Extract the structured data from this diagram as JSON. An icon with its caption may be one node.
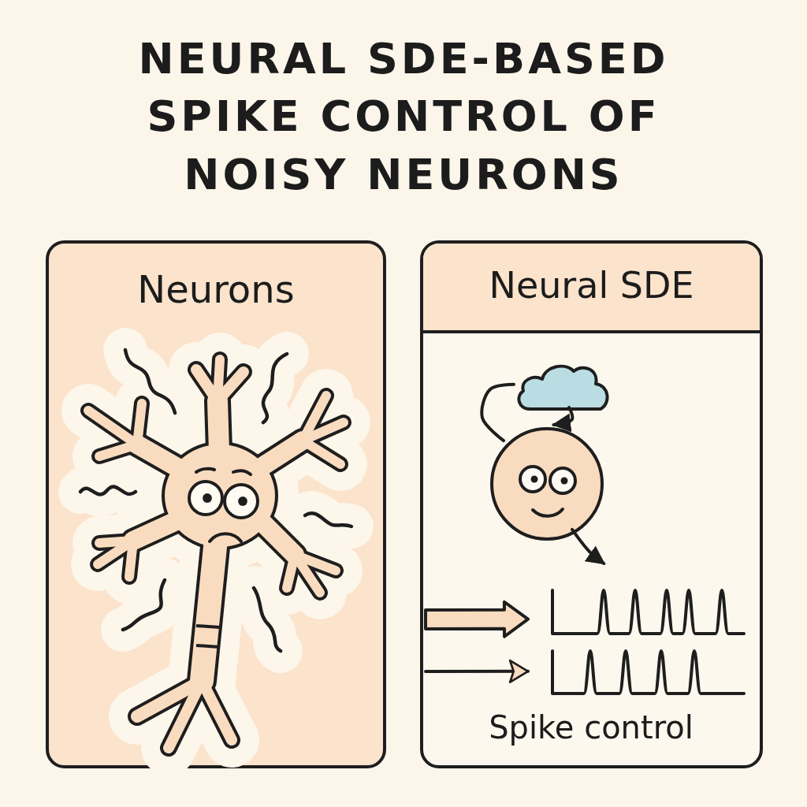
{
  "diagram": {
    "title": "NEURAL SDE-BASED SPIKE CONTROL OF NOISY NEURONS",
    "nodes": [
      {
        "text": [
          "Neurons"
        ]
      },
      {
        "text": [
          "Neural SDE"
        ]
      },
      {
        "text": [],
        "shape": "picture",
        "in": 0
      },
      {
        "text": [],
        "shape": "cloud",
        "in": 1
      },
      {
        "text": [],
        "shape": "picture",
        "in": 1
      },
      {
        "text": [],
        "shape": "picture",
        "in": 1
      },
      {
        "text": [],
        "shape": "picture",
        "in": 1
      }
    ],
    "edges": [
      {
        "from": 4,
        "to": 3,
        "arrow": "none"
      },
      {
        "from": 3,
        "to": 4,
        "arrow": "to"
      },
      {
        "from": 4,
        "to": 5,
        "arrow": "to"
      },
      {
        "from": null,
        "to": 5,
        "arrow": "to",
        "style": "thick"
      },
      {
        "from": null,
        "to": 6,
        "arrow": "to"
      }
    ],
    "labels": [
      "Spike control"
    ]
  }
}
